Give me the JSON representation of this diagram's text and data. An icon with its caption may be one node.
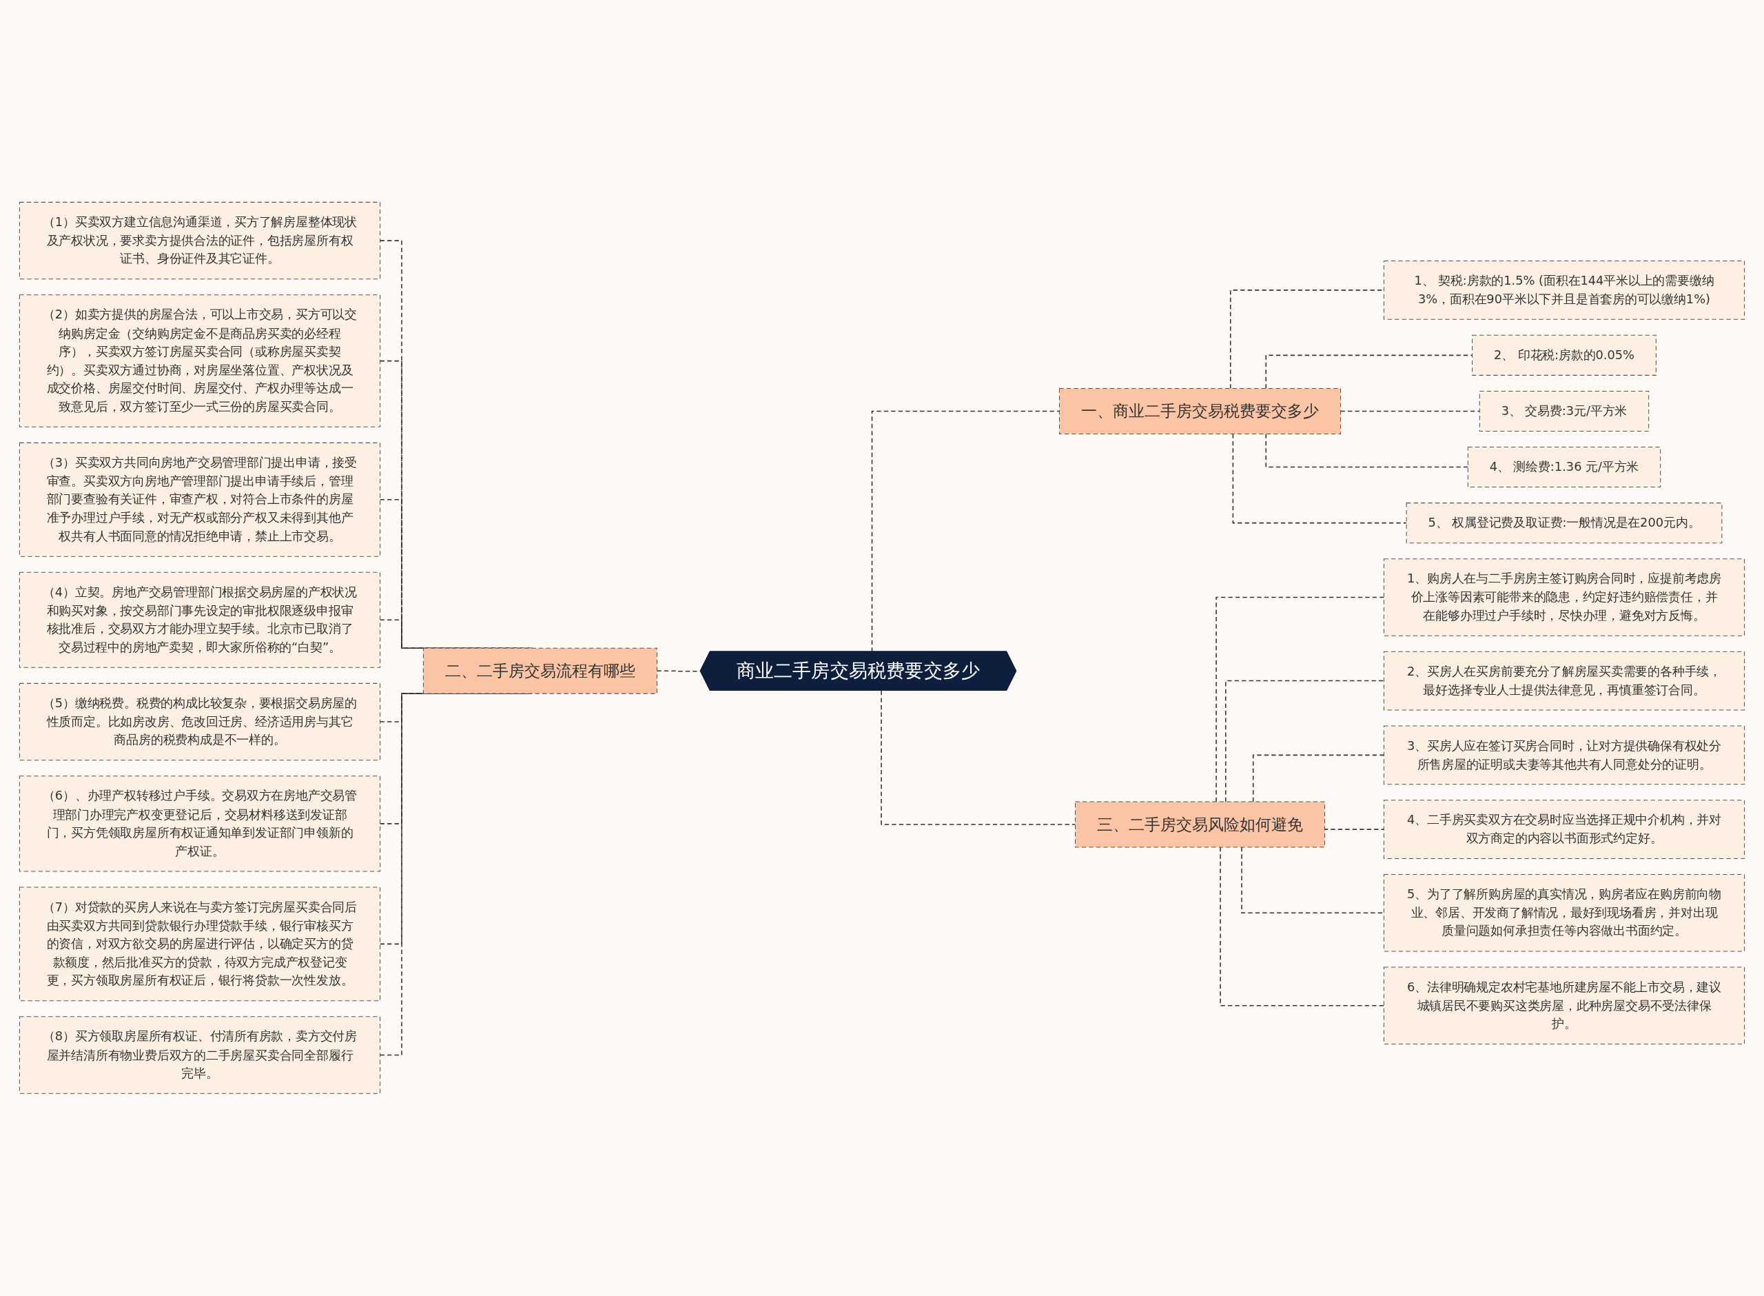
{
  "diagram": {
    "nodes": [
      {
        "text": [
          "商业二手房交易税费要交多少"
        ]
      },
      {
        "text": [
          "一、商业二手房交易税费要交多少"
        ]
      },
      {
        "text": [
          "1、 契税:房款的1.5% (面积在144平米以上的需要缴纳3%，面积在90平米以下并且是首套房的可以缴纳1%)"
        ]
      },
      {
        "text": [
          "2、 印花税:房款的0.05%"
        ]
      },
      {
        "text": [
          "3、 交易费:3元/平方米"
        ]
      },
      {
        "text": [
          "4、 测绘费:1.36 元/平方米"
        ]
      },
      {
        "text": [
          "5、 权属登记费及取证费:一般情况是在200元内。"
        ]
      },
      {
        "text": [
          "二、二手房交易流程有哪些"
        ]
      },
      {
        "text": [
          "（1）买卖双方建立信息沟通渠道，买方了解房屋整体现状及产权状况，要求卖方提供合法的证件，包括房屋所有权证书、身份证件及其它证件。"
        ]
      },
      {
        "text": [
          "（2）如卖方提供的房屋合法，可以上市交易，买方可以交纳购房定金（交纳购房定金不是商品房买卖的必经程序），买卖双方签订房屋买卖合同（或称房屋买卖契约）。买卖双方通过协商，对房屋坐落位置、产权状况及成交价格、房屋交付时间、房屋交付、产权办理等达成一致意见后，双方签订至少一式三份的房屋买卖合同。"
        ]
      },
      {
        "text": [
          "（3）买卖双方共同向房地产交易管理部门提出申请，接受审查。买卖双方向房地产管理部门提出申请手续后，管理部门要查验有关证件，审查产权，对符合上市条件的房屋准予办理过户手续，对无产权或部分产权又未得到其他产权共有人书面同意的情况拒绝申请，禁止上市交易。"
        ]
      },
      {
        "text": [
          "（4）立契。房地产交易管理部门根据交易房屋的产权状况和购买对象，按交易部门事先设定的审批权限逐级申报审核批准后，交易双方才能办理立契手续。北京市已取消了交易过程中的房地产卖契，即大家所俗称的“白契”。"
        ]
      },
      {
        "text": [
          "（5）缴纳税费。税费的构成比较复杂，要根据交易房屋的性质而定。比如房改房、危改回迁房、经济适用房与其它商品房的税费构成是不一样的。"
        ]
      },
      {
        "text": [
          "（6）、办理产权转移过户手续。交易双方在房地产交易管理部门办理完产权变更登记后，交易材料移送到发证部门，买方凭领取房屋所有权证通知单到发证部门申领新的产权证。"
        ]
      },
      {
        "text": [
          "（7）对贷款的买房人来说在与卖方签订完房屋买卖合同后由买卖双方共同到贷款银行办理贷款手续，银行审核买方的资信，对双方欲交易的房屋进行评估，以确定买方的贷款额度，然后批准买方的贷款，待双方完成产权登记变更，买方领取房屋所有权证后，银行将贷款一次性发放。"
        ]
      },
      {
        "text": [
          "（8）买方领取房屋所有权证、付清所有房款，卖方交付房屋并结清所有物业费后双方的二手房屋买卖合同全部履行完毕。"
        ]
      },
      {
        "text": [
          "三、二手房交易风险如何避免"
        ]
      },
      {
        "text": [
          "1、购房人在与二手房房主签订购房合同时，应提前考虑房价上涨等因素可能带来的隐患，约定好违约赔偿责任，并在能够办理过户手续时，尽快办理，避免对方反悔。"
        ]
      },
      {
        "text": [
          "2、买房人在买房前要充分了解房屋买卖需要的各种手续，最好选择专业人士提供法律意见，再慎重签订合同。"
        ]
      },
      {
        "text": [
          "3、买房人应在签订买房合同时，让对方提供确保有权处分所售房屋的证明或夫妻等其他共有人同意处分的证明。"
        ]
      },
      {
        "text": [
          "4、二手房买卖双方在交易时应当选择正规中介机构，并对双方商定的内容以书面形式约定好。"
        ]
      },
      {
        "text": [
          "5、为了了解所购房屋的真实情况，购房者应在购房前向物业、邻居、开发商了解情况，最好到现场看房，并对出现质量问题如何承担责任等内容做出书面约定。"
        ]
      },
      {
        "text": [
          "6、法律明确规定农村宅基地所建房屋不能上市交易，建议城镇居民不要购买这类房屋，此种房屋交易不受法律保护。"
        ]
      }
    ],
    "edges": [
      {
        "from": 0,
        "to": 1,
        "arrow": "none",
        "style": "dashed"
      },
      {
        "from": 1,
        "to": 2,
        "arrow": "none",
        "style": "dashed"
      },
      {
        "from": 1,
        "to": 3,
        "arrow": "none",
        "style": "dashed"
      },
      {
        "from": 1,
        "to": 4,
        "arrow": "none",
        "style": "dashed"
      },
      {
        "from": 1,
        "to": 5,
        "arrow": "none",
        "style": "dashed"
      },
      {
        "from": 1,
        "to": 6,
        "arrow": "none",
        "style": "dashed"
      },
      {
        "from": 0,
        "to": 7,
        "arrow": "none",
        "style": "dashed"
      },
      {
        "from": 7,
        "to": 8,
        "arrow": "none",
        "style": "dashed"
      },
      {
        "from": 7,
        "to": 9,
        "arrow": "none",
        "style": "dashed"
      },
      {
        "from": 7,
        "to": 10,
        "arrow": "none",
        "style": "dashed"
      },
      {
        "from": 7,
        "to": 11,
        "arrow": "none",
        "style": "dashed"
      },
      {
        "from": 7,
        "to": 12,
        "arrow": "none",
        "style": "dashed"
      },
      {
        "from": 7,
        "to": 13,
        "arrow": "none",
        "style": "dashed"
      },
      {
        "from": 7,
        "to": 14,
        "arrow": "none",
        "style": "dashed"
      },
      {
        "from": 7,
        "to": 15,
        "arrow": "none",
        "style": "dashed"
      },
      {
        "from": 0,
        "to": 16,
        "arrow": "none",
        "style": "dashed"
      },
      {
        "from": 16,
        "to": 17,
        "arrow": "none",
        "style": "dashed"
      },
      {
        "from": 16,
        "to": 18,
        "arrow": "none",
        "style": "dashed"
      },
      {
        "from": 16,
        "to": 19,
        "arrow": "none",
        "style": "dashed"
      },
      {
        "from": 16,
        "to": 20,
        "arrow": "none",
        "style": "dashed"
      },
      {
        "from": 16,
        "to": 21,
        "arrow": "none",
        "style": "dashed"
      },
      {
        "from": 16,
        "to": 22,
        "arrow": "none",
        "style": "dashed"
      }
    ]
  }
}
